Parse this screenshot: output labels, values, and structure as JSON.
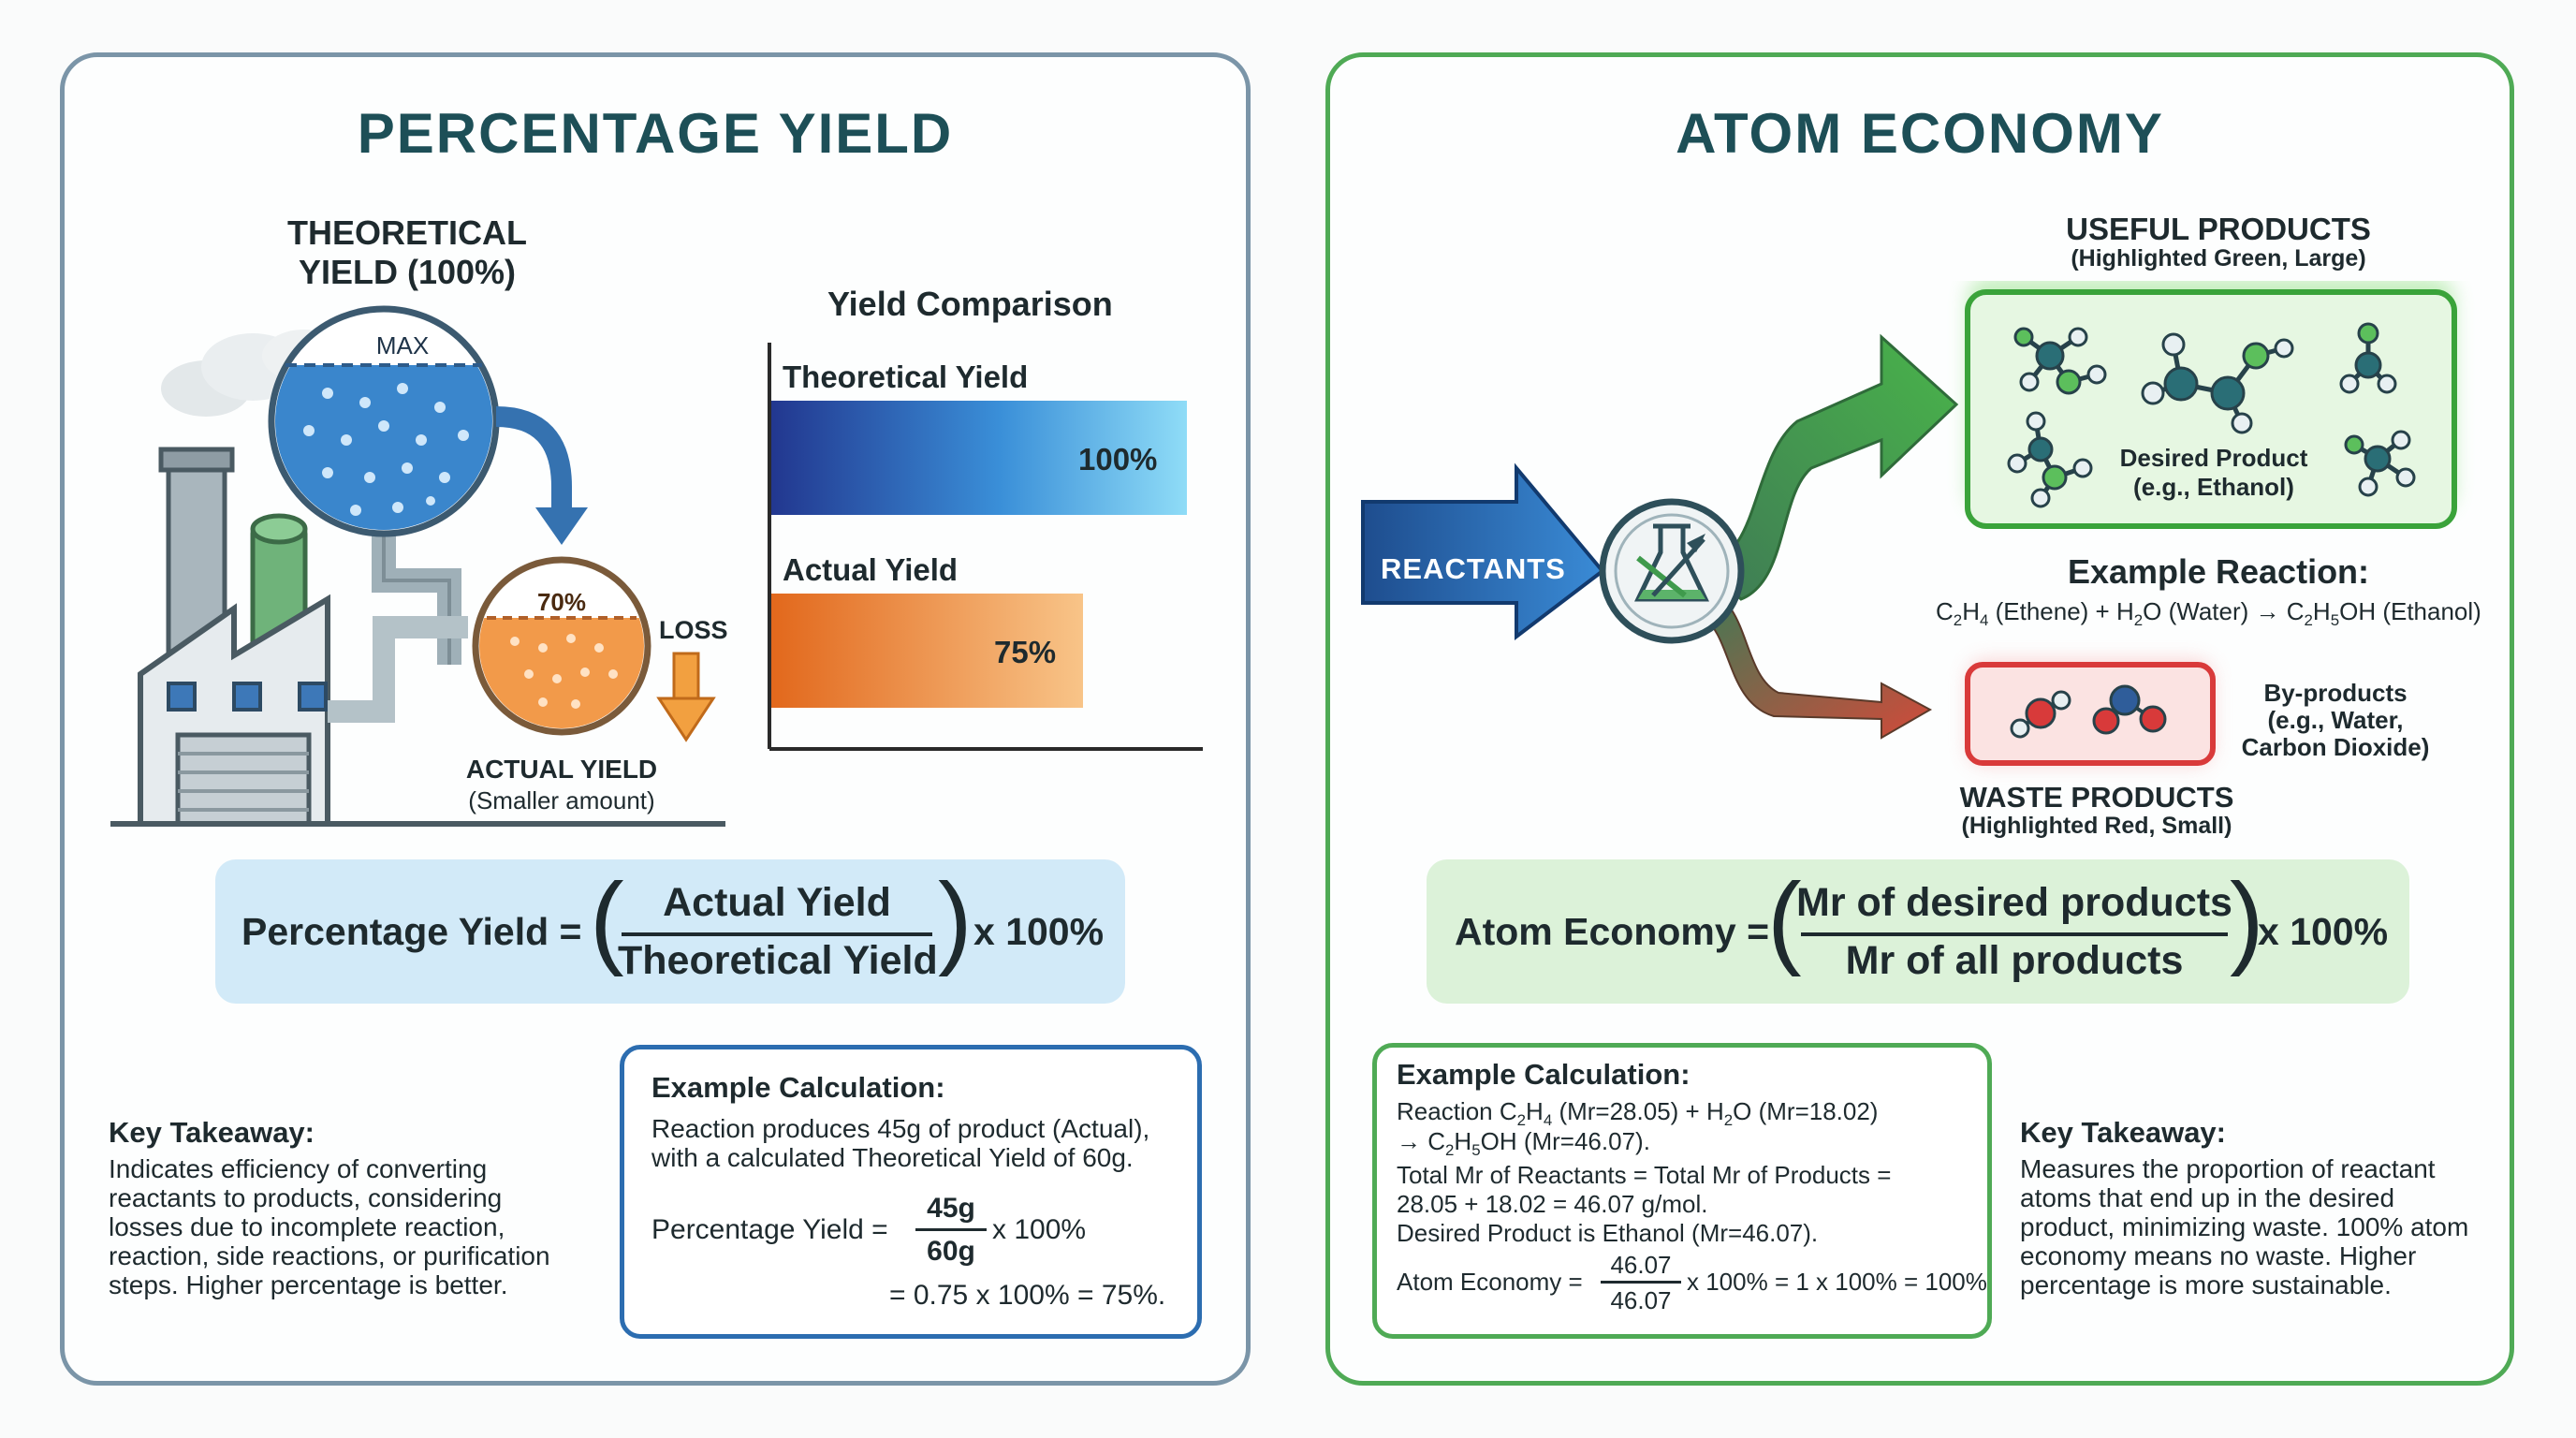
{
  "left": {
    "title": "PERCENTAGE YIELD",
    "theoretical_label_1": "THEORETICAL",
    "theoretical_label_2": "YIELD (100%)",
    "max_label": "MAX",
    "actual_pct_label": "70%",
    "loss_label": "LOSS",
    "actual_label": "ACTUAL YIELD",
    "actual_sub": "(Smaller amount)",
    "chart": {
      "title": "Yield Comparison",
      "bars": [
        {
          "label": "Theoretical Yield",
          "value_text": "100%"
        },
        {
          "label": "Actual Yield",
          "value_text": "75%"
        }
      ]
    },
    "formula": {
      "lhs": "Percentage Yield =",
      "numerator": "Actual Yield",
      "denominator": "Theoretical Yield",
      "rhs": "x 100%"
    },
    "takeaway": {
      "heading": "Key Takeaway:",
      "lines": [
        "Indicates efficiency of converting",
        "reactants to products, considering",
        "losses due to incomplete reaction,",
        "reaction, side reactions, or purification",
        "steps. Higher percentage is better."
      ]
    },
    "example": {
      "heading": "Example Calculation:",
      "line1": "Reaction produces 45g of product (Actual),",
      "line2": "with a calculated Theoretical Yield of 60g.",
      "calc_lhs": "Percentage Yield =",
      "calc_num": "45g",
      "calc_den": "60g",
      "calc_rhs": "x 100%",
      "result": "= 0.75 x 100% = 75%."
    }
  },
  "right": {
    "title": "ATOM ECONOMY",
    "reactants_label": "REACTANTS",
    "useful_title": "USEFUL PRODUCTS",
    "useful_sub": "(Highlighted Green, Large)",
    "desired_1": "Desired Product",
    "desired_2": "(e.g., Ethanol)",
    "example_reaction_title": "Example Reaction:",
    "byproducts_1": "By-products",
    "byproducts_2": "(e.g., Water,",
    "byproducts_3": "Carbon Dioxide)",
    "waste_title": "WASTE PRODUCTS",
    "waste_sub": "(Highlighted Red, Small)",
    "formula": {
      "lhs": "Atom Economy =",
      "numerator": "Mr of desired products",
      "denominator": "Mr of all products",
      "rhs": "x 100%"
    },
    "example": {
      "heading": "Example Calculation:",
      "line4": "Total Mr of Reactants = Total Mr of Products =",
      "line5": "28.05 + 18.02 = 46.07 g/mol.",
      "line6": "Desired Product is Ethanol (Mr=46.07).",
      "calc_lhs": "Atom Economy =",
      "calc_num": "46.07",
      "calc_den": "46.07",
      "calc_rhs": "x 100% = 1 x 100% = 100%"
    },
    "takeaway": {
      "heading": "Key Takeaway:",
      "lines": [
        "Measures the proportion of reactant",
        "atoms that end up in the desired",
        "product, minimizing waste. 100% atom",
        "economy means no waste. Higher",
        "percentage is more sustainable."
      ]
    }
  },
  "colors": {
    "title": "#1d4f57",
    "left_border": "#7b95a8",
    "right_border": "#4faa55",
    "blue_box": "#d2eaf8",
    "green_box": "#dcf2d9",
    "bar_blue": "#2a3f94",
    "bar_orange": "#e8782a"
  },
  "icons": [
    "factory-icon",
    "flask-icon",
    "molecule-icon",
    "arrow-icon"
  ]
}
